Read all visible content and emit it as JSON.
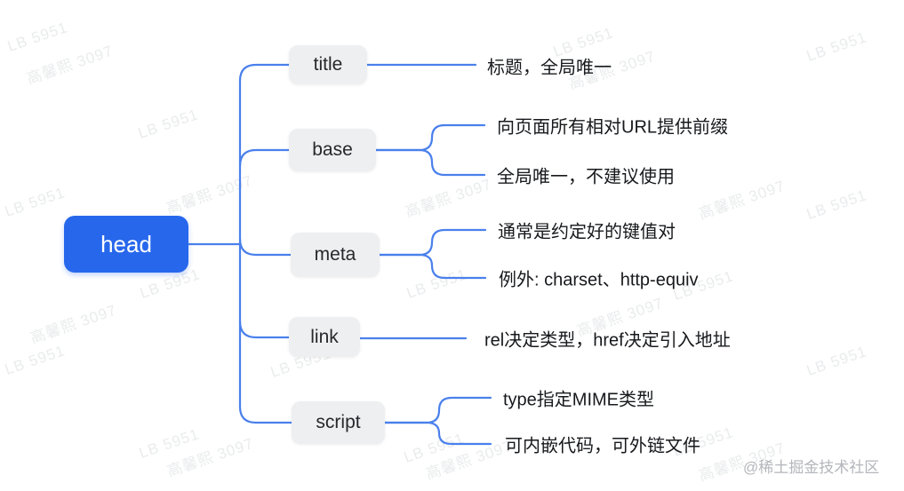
{
  "root": {
    "label": "head"
  },
  "children": [
    {
      "label": "title",
      "leaves": [
        "标题，全局唯一"
      ]
    },
    {
      "label": "base",
      "leaves": [
        "向页面所有相对URL提供前缀",
        "全局唯一，不建议使用"
      ]
    },
    {
      "label": "meta",
      "leaves": [
        "通常是约定好的键值对",
        "例外: charset、http-equiv"
      ]
    },
    {
      "label": "link",
      "leaves": [
        "rel决定类型，href决定引入地址"
      ]
    },
    {
      "label": "script",
      "leaves": [
        "type指定MIME类型",
        "可内嵌代码，可外链文件"
      ]
    }
  ],
  "watermarks": {
    "a": "LB 5951",
    "b": "高馨熙 3097"
  },
  "credit": "@稀土掘金技术社区",
  "colors": {
    "root_bg": "#2767ec",
    "root_text": "#ffffff",
    "branch_line": "#4a80ec",
    "node_bg": "#edeff1",
    "node_text": "#26282c",
    "leaf_text": "#17191c",
    "credit_text": "#b3b6bb"
  }
}
